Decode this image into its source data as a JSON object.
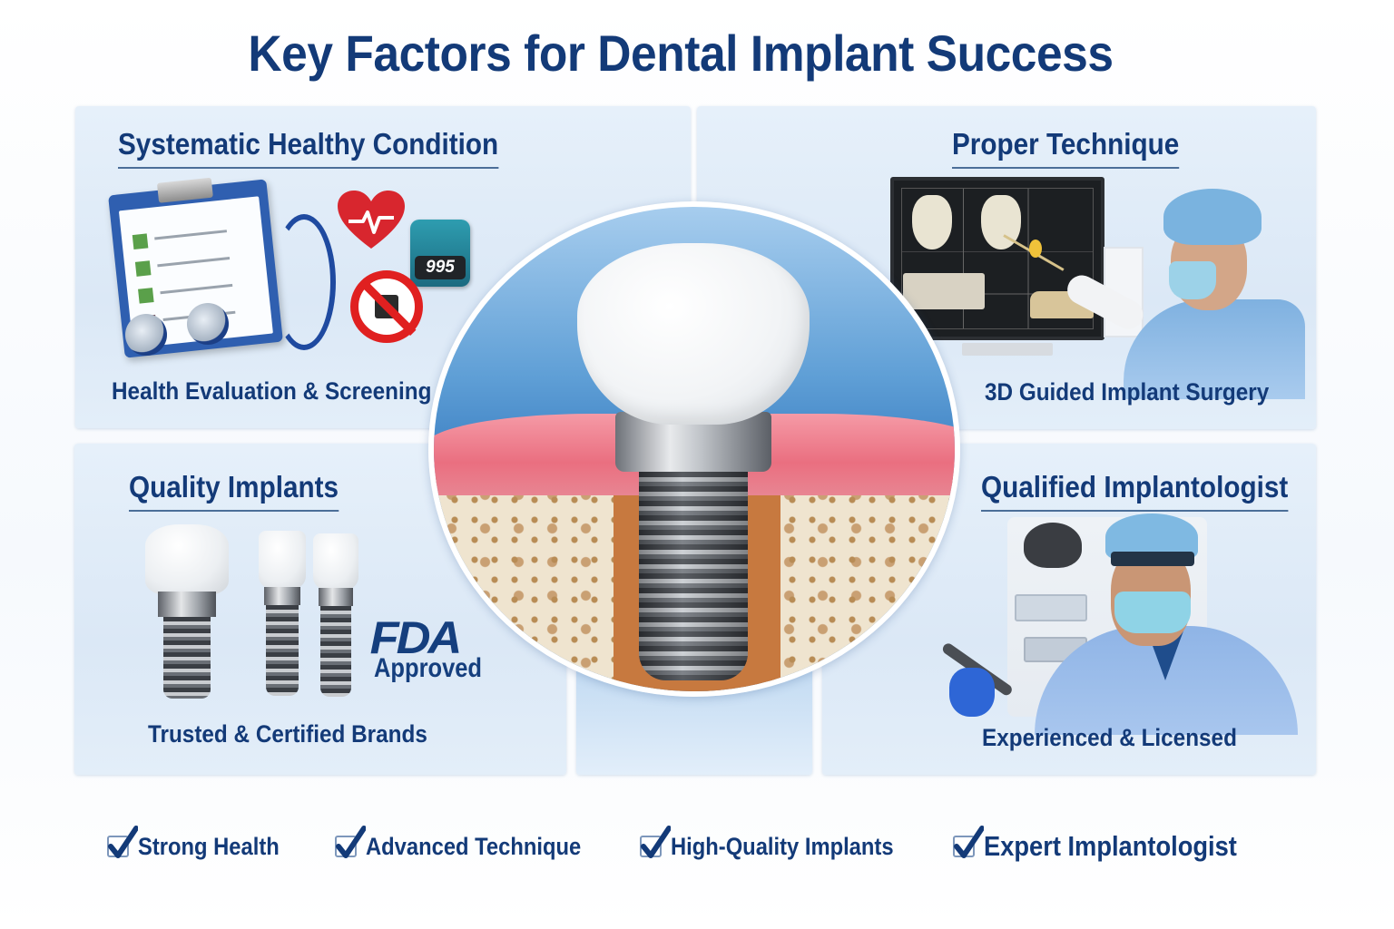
{
  "header": {
    "title": "Key Factors for Dental Implant Success"
  },
  "panels": {
    "health": {
      "title": "Systematic Healthy Condition",
      "caption": "Health Evaluation & Screening",
      "icons": [
        "clipboard-icon",
        "stethoscope-icon",
        "heart-rate-icon",
        "glucose-meter-icon",
        "no-smoking-icon"
      ],
      "meter_reading": "995"
    },
    "technique": {
      "title": "Proper Technique",
      "caption": "3D Guided Implant Surgery",
      "icons": [
        "monitor-3d-scan-icon",
        "surgeon-icon"
      ]
    },
    "implants": {
      "title": "Quality Implants",
      "caption": "Trusted & Certified Brands",
      "badge_logo": "FDA",
      "badge_text": "Approved",
      "icons": [
        "implant-crown-icon",
        "implant-abutment-icon",
        "implant-abutment-icon"
      ]
    },
    "implantologist": {
      "title": "Qualified Implantologist",
      "caption": "Experienced & Licensed",
      "icons": [
        "dentist-icon",
        "handpiece-icon"
      ]
    },
    "center": {
      "illustration": "dental-implant-cross-section",
      "colors": {
        "background": "#2f74bb",
        "gum": "#ea6f80",
        "bone": "#efe4cf",
        "crown": "#f4f6f8",
        "metal": "#9da2a8"
      }
    }
  },
  "checklist": {
    "items": [
      {
        "label": "Strong Health",
        "checked": true
      },
      {
        "label": "Advanced Technique",
        "checked": true
      },
      {
        "label": "High-Quality Implants",
        "checked": true
      },
      {
        "label": "Expert Implantologist",
        "checked": true
      }
    ]
  },
  "theme": {
    "primary_text": "#133a78",
    "panel_bg": "#dde9f6",
    "accent_red": "#e02020",
    "check_color": "#133a78"
  }
}
